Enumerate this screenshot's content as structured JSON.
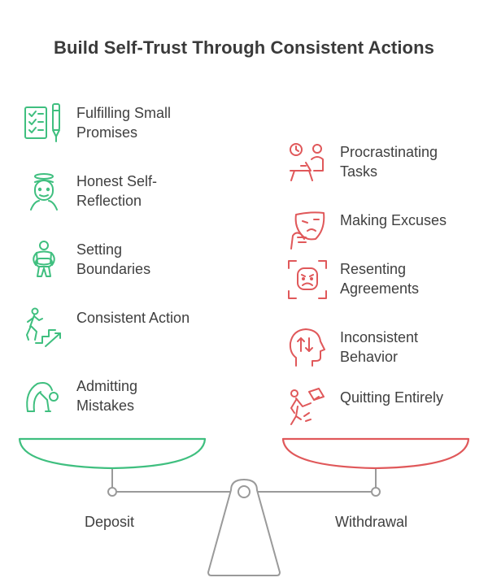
{
  "title": "Build Self-Trust Through Consistent Actions",
  "colors": {
    "deposit": "#3fbf7f",
    "withdrawal": "#e0585a",
    "scale": "#9a9a9a",
    "text": "#404040"
  },
  "deposit": {
    "label": "Deposit",
    "items": [
      {
        "label": "Fulfilling Small Promises",
        "icon": "checklist-pen-icon"
      },
      {
        "label": "Honest Self-Reflection",
        "icon": "person-reflection-icon"
      },
      {
        "label": "Setting Boundaries",
        "icon": "person-boundary-icon"
      },
      {
        "label": "Consistent Action",
        "icon": "person-climbing-stairs-icon"
      },
      {
        "label": "Admitting Mistakes",
        "icon": "person-bowing-icon"
      }
    ]
  },
  "withdrawal": {
    "label": "Withdrawal",
    "items": [
      {
        "label": "Procrastinating Tasks",
        "icon": "clock-person-desk-icon"
      },
      {
        "label": "Making Excuses",
        "icon": "mask-hand-icon"
      },
      {
        "label": "Resenting Agreements",
        "icon": "frowning-face-frame-icon"
      },
      {
        "label": "Inconsistent Behavior",
        "icon": "head-arrows-icon"
      },
      {
        "label": "Quitting Entirely",
        "icon": "person-throwing-book-icon"
      }
    ]
  }
}
